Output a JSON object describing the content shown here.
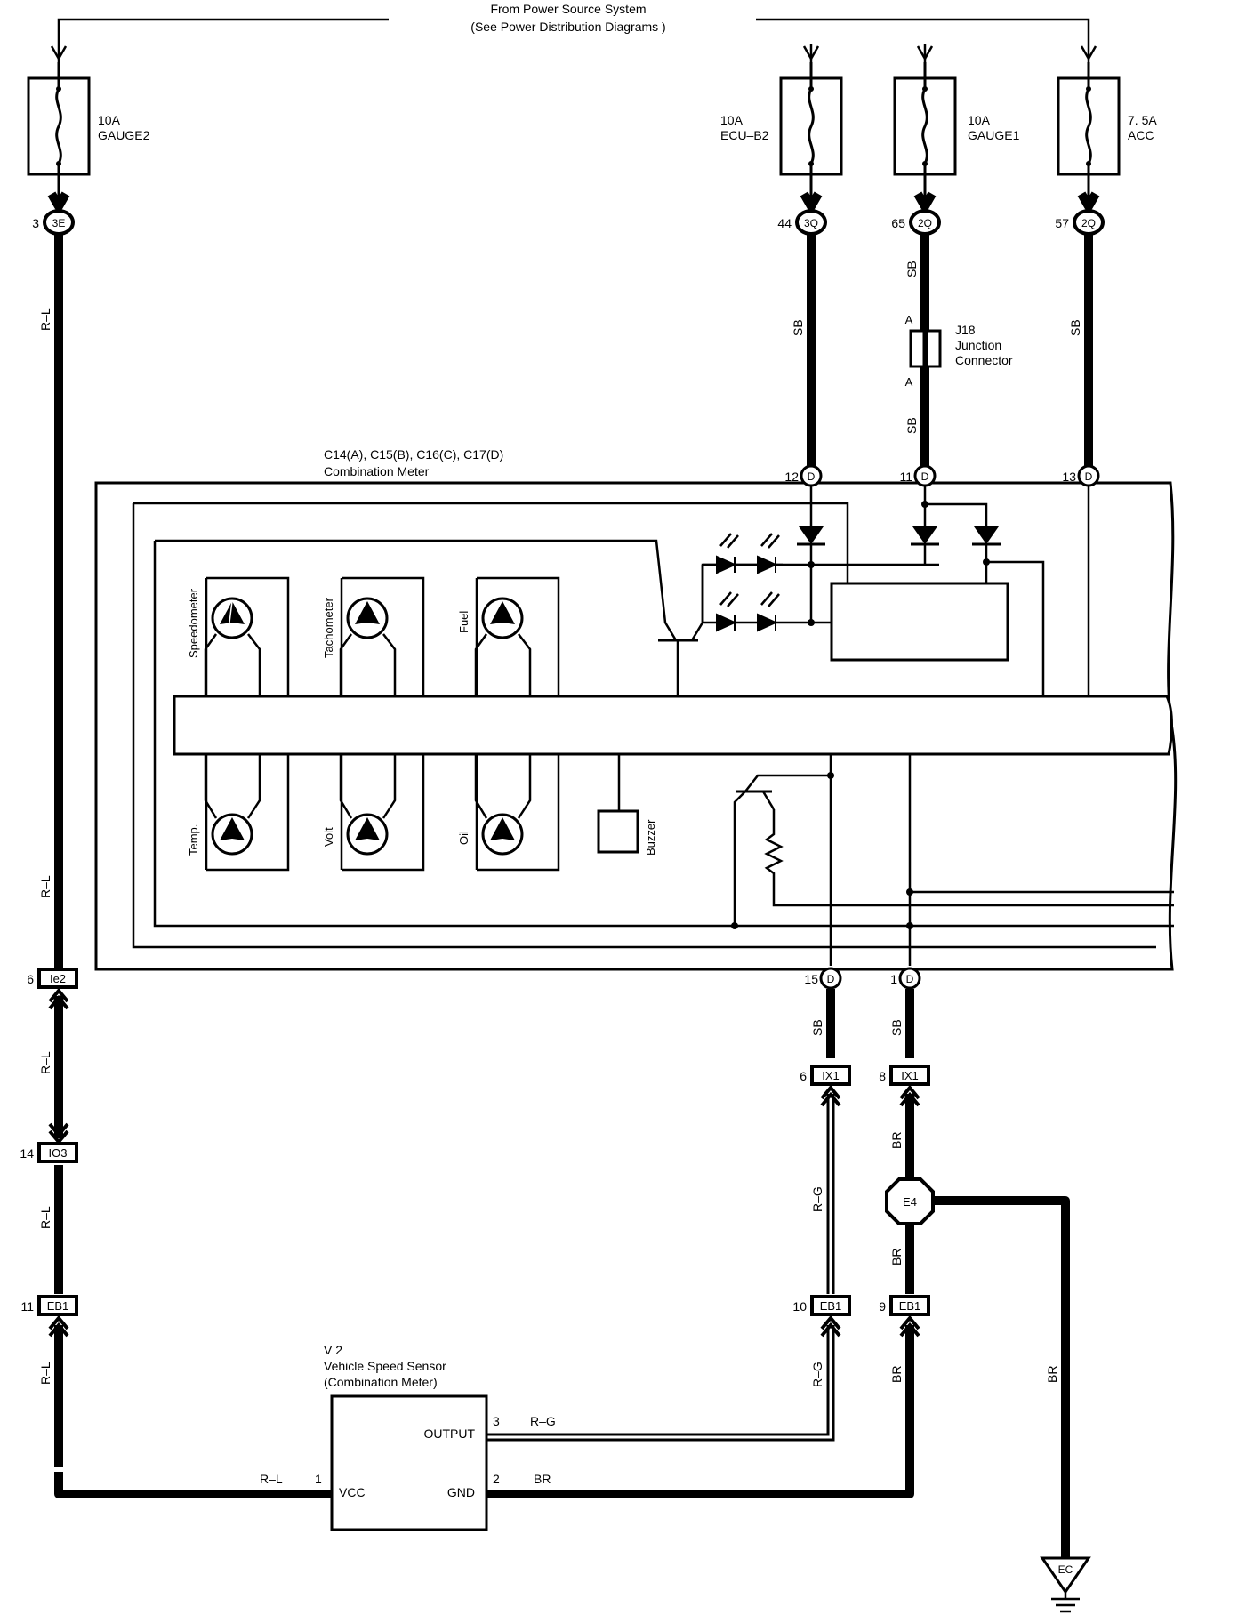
{
  "header": {
    "line1": "From Power Source System",
    "line2": "(See Power Distribution Diagrams )"
  },
  "fuses": [
    {
      "amp": "10A",
      "name": "GAUGE2"
    },
    {
      "amp": "10A",
      "name": "ECU–B2"
    },
    {
      "amp": "10A",
      "name": "GAUGE1"
    },
    {
      "amp": "7. 5A",
      "name": "ACC"
    }
  ],
  "junction_terminals": [
    {
      "pin": "3",
      "code": "3E"
    },
    {
      "pin": "44",
      "code": "3Q"
    },
    {
      "pin": "65",
      "code": "2Q"
    },
    {
      "pin": "57",
      "code": "2Q"
    }
  ],
  "wire_colors": {
    "rl": "R–L",
    "sb": "SB",
    "rg": "R–G",
    "br": "BR"
  },
  "j18": {
    "id": "J18",
    "line1": "Junction",
    "line2": "Connector",
    "pin_top": "A",
    "pin_bottom": "A"
  },
  "meter": {
    "connectors": "C14(A), C15(B), C16(C), C17(D)",
    "name": "Combination Meter",
    "pins_top": [
      {
        "num": "12",
        "letter": "D"
      },
      {
        "num": "11",
        "letter": "D"
      },
      {
        "num": "13",
        "letter": "D"
      }
    ],
    "pins_bottom": [
      {
        "num": "15",
        "letter": "D"
      },
      {
        "num": "1",
        "letter": "D"
      }
    ],
    "gauges_top": [
      "Speedometer",
      "Tachometer",
      "Fuel"
    ],
    "gauges_bottom": [
      "Temp.",
      "Volt",
      "Oil"
    ],
    "buzzer": "Buzzer"
  },
  "inline_connectors": [
    {
      "pin": "6",
      "code": "Ie2"
    },
    {
      "pin": "14",
      "code": "IO3"
    },
    {
      "pin": "11",
      "code": "EB1"
    },
    {
      "pin": "6",
      "code": "IX1"
    },
    {
      "pin": "8",
      "code": "IX1"
    },
    {
      "pin": "10",
      "code": "EB1"
    },
    {
      "pin": "9",
      "code": "EB1"
    }
  ],
  "e4": "E4",
  "ground": "EC",
  "sensor": {
    "id": "V 2",
    "name": "Vehicle Speed Sensor",
    "sub": "(Combination Meter)",
    "output": "OUTPUT",
    "vcc": "VCC",
    "gnd": "GND",
    "pin_output": "3",
    "pin_vcc": "1",
    "pin_gnd": "2"
  }
}
